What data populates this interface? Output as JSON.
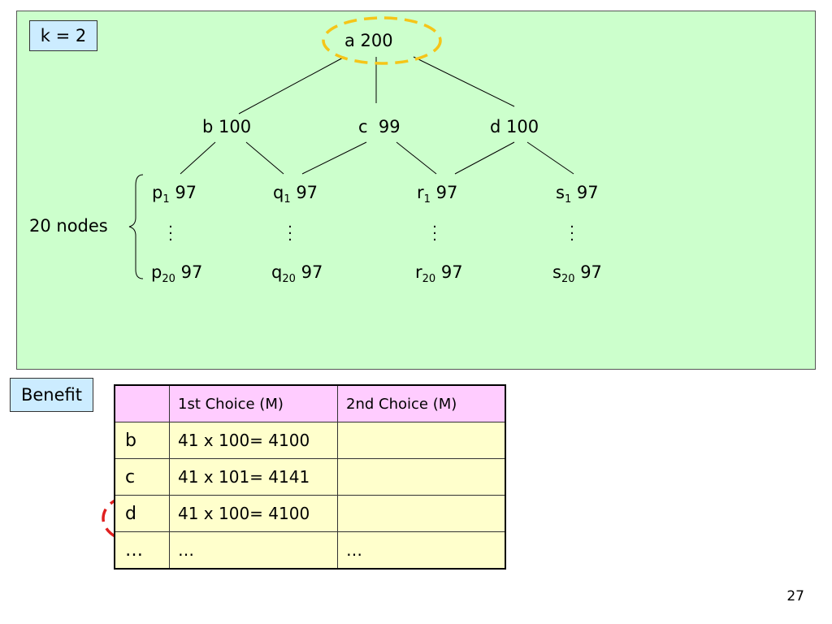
{
  "k_label": "k = 2",
  "tree": {
    "root": "a 200",
    "level1": [
      {
        "name": "b",
        "val": "100"
      },
      {
        "name": "c",
        "val": " 99"
      },
      {
        "name": "d",
        "val": "100"
      }
    ],
    "leaves": [
      {
        "letter": "p",
        "first_sub": "1",
        "last_sub": "20",
        "val": "97"
      },
      {
        "letter": "q",
        "first_sub": "1",
        "last_sub": "20",
        "val": "97"
      },
      {
        "letter": "r",
        "first_sub": "1",
        "last_sub": "20",
        "val": "97"
      },
      {
        "letter": "s",
        "first_sub": "1",
        "last_sub": "20",
        "val": "97"
      }
    ],
    "group_label": "20 nodes"
  },
  "benefit_label": "Benefit",
  "table": {
    "headers": [
      "",
      "1st Choice (M)",
      "2nd Choice (M)"
    ],
    "rows": [
      [
        "b",
        "41 x 100= 4100",
        ""
      ],
      [
        "c",
        "41 x 101= 4141",
        ""
      ],
      [
        "d",
        "41 x 100= 4100",
        ""
      ],
      [
        "…",
        "…",
        "…"
      ]
    ]
  },
  "colors": {
    "panel_bg": "#ccffcc",
    "label_box_bg": "#ccecff",
    "root_highlight": "#f5c518",
    "choice_highlight": "#e02020",
    "header_bg": "#ffccff",
    "cell_bg": "#ffffcc"
  },
  "page_number": "27"
}
